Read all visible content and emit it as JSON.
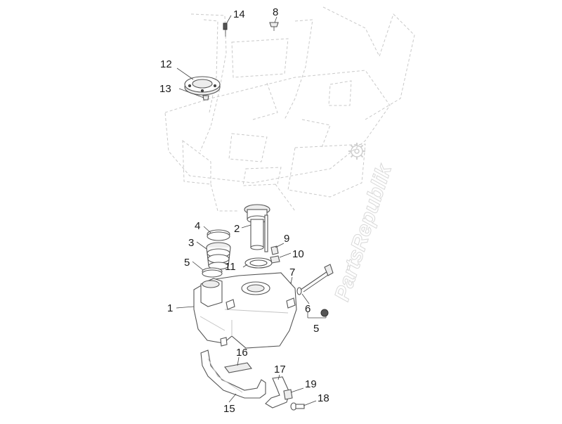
{
  "watermark": {
    "text": "PartsRepublik",
    "icon": "gear-icon"
  },
  "callouts": [
    {
      "id": "c1",
      "label": "1"
    },
    {
      "id": "c2",
      "label": "2"
    },
    {
      "id": "c3",
      "label": "3"
    },
    {
      "id": "c4",
      "label": "4"
    },
    {
      "id": "c5a",
      "label": "5"
    },
    {
      "id": "c5b",
      "label": "5"
    },
    {
      "id": "c6",
      "label": "6"
    },
    {
      "id": "c7",
      "label": "7"
    },
    {
      "id": "c8",
      "label": "8"
    },
    {
      "id": "c9",
      "label": "9"
    },
    {
      "id": "c10",
      "label": "10"
    },
    {
      "id": "c11",
      "label": "11"
    },
    {
      "id": "c12",
      "label": "12"
    },
    {
      "id": "c13",
      "label": "13"
    },
    {
      "id": "c14",
      "label": "14"
    },
    {
      "id": "c15",
      "label": "15"
    },
    {
      "id": "c16",
      "label": "16"
    },
    {
      "id": "c17",
      "label": "17"
    },
    {
      "id": "c18",
      "label": "18"
    },
    {
      "id": "c19",
      "label": "19"
    }
  ]
}
